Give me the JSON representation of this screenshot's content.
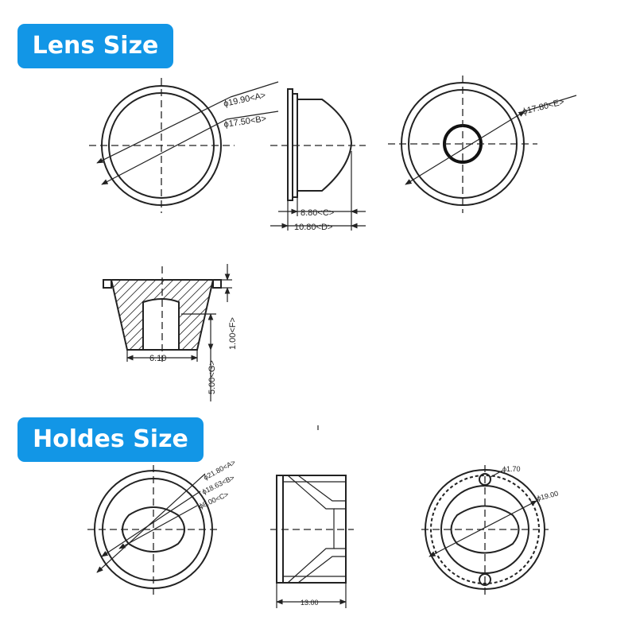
{
  "sections": {
    "lens_title": "Lens Size",
    "holder_title": "Holdes Size"
  },
  "lens": {
    "front_dim_a": "ϕ19.90<A>",
    "front_dim_b": "ϕ17.50<B>",
    "side_dim_c": "8.80<C>",
    "side_dim_d": "10.80<D>",
    "back_dim_e": "ϕ17.80<E>",
    "section_dim_width": "6.10",
    "section_dim_f": "1.00<F>",
    "section_dim_g": "5.00<G>"
  },
  "holder": {
    "front_dim_a": "ϕ21.80<A>",
    "front_dim_b": "ϕ18.63<B>",
    "front_dim_c": "ϕ8.00<C>",
    "side_dim_width": "13.00",
    "back_dim_hole": "ϕ1.70",
    "back_dim_dia": "ϕ19.00"
  },
  "colors": {
    "badge_bg": "#1296e6",
    "badge_text": "#ffffff",
    "line": "#222222"
  }
}
